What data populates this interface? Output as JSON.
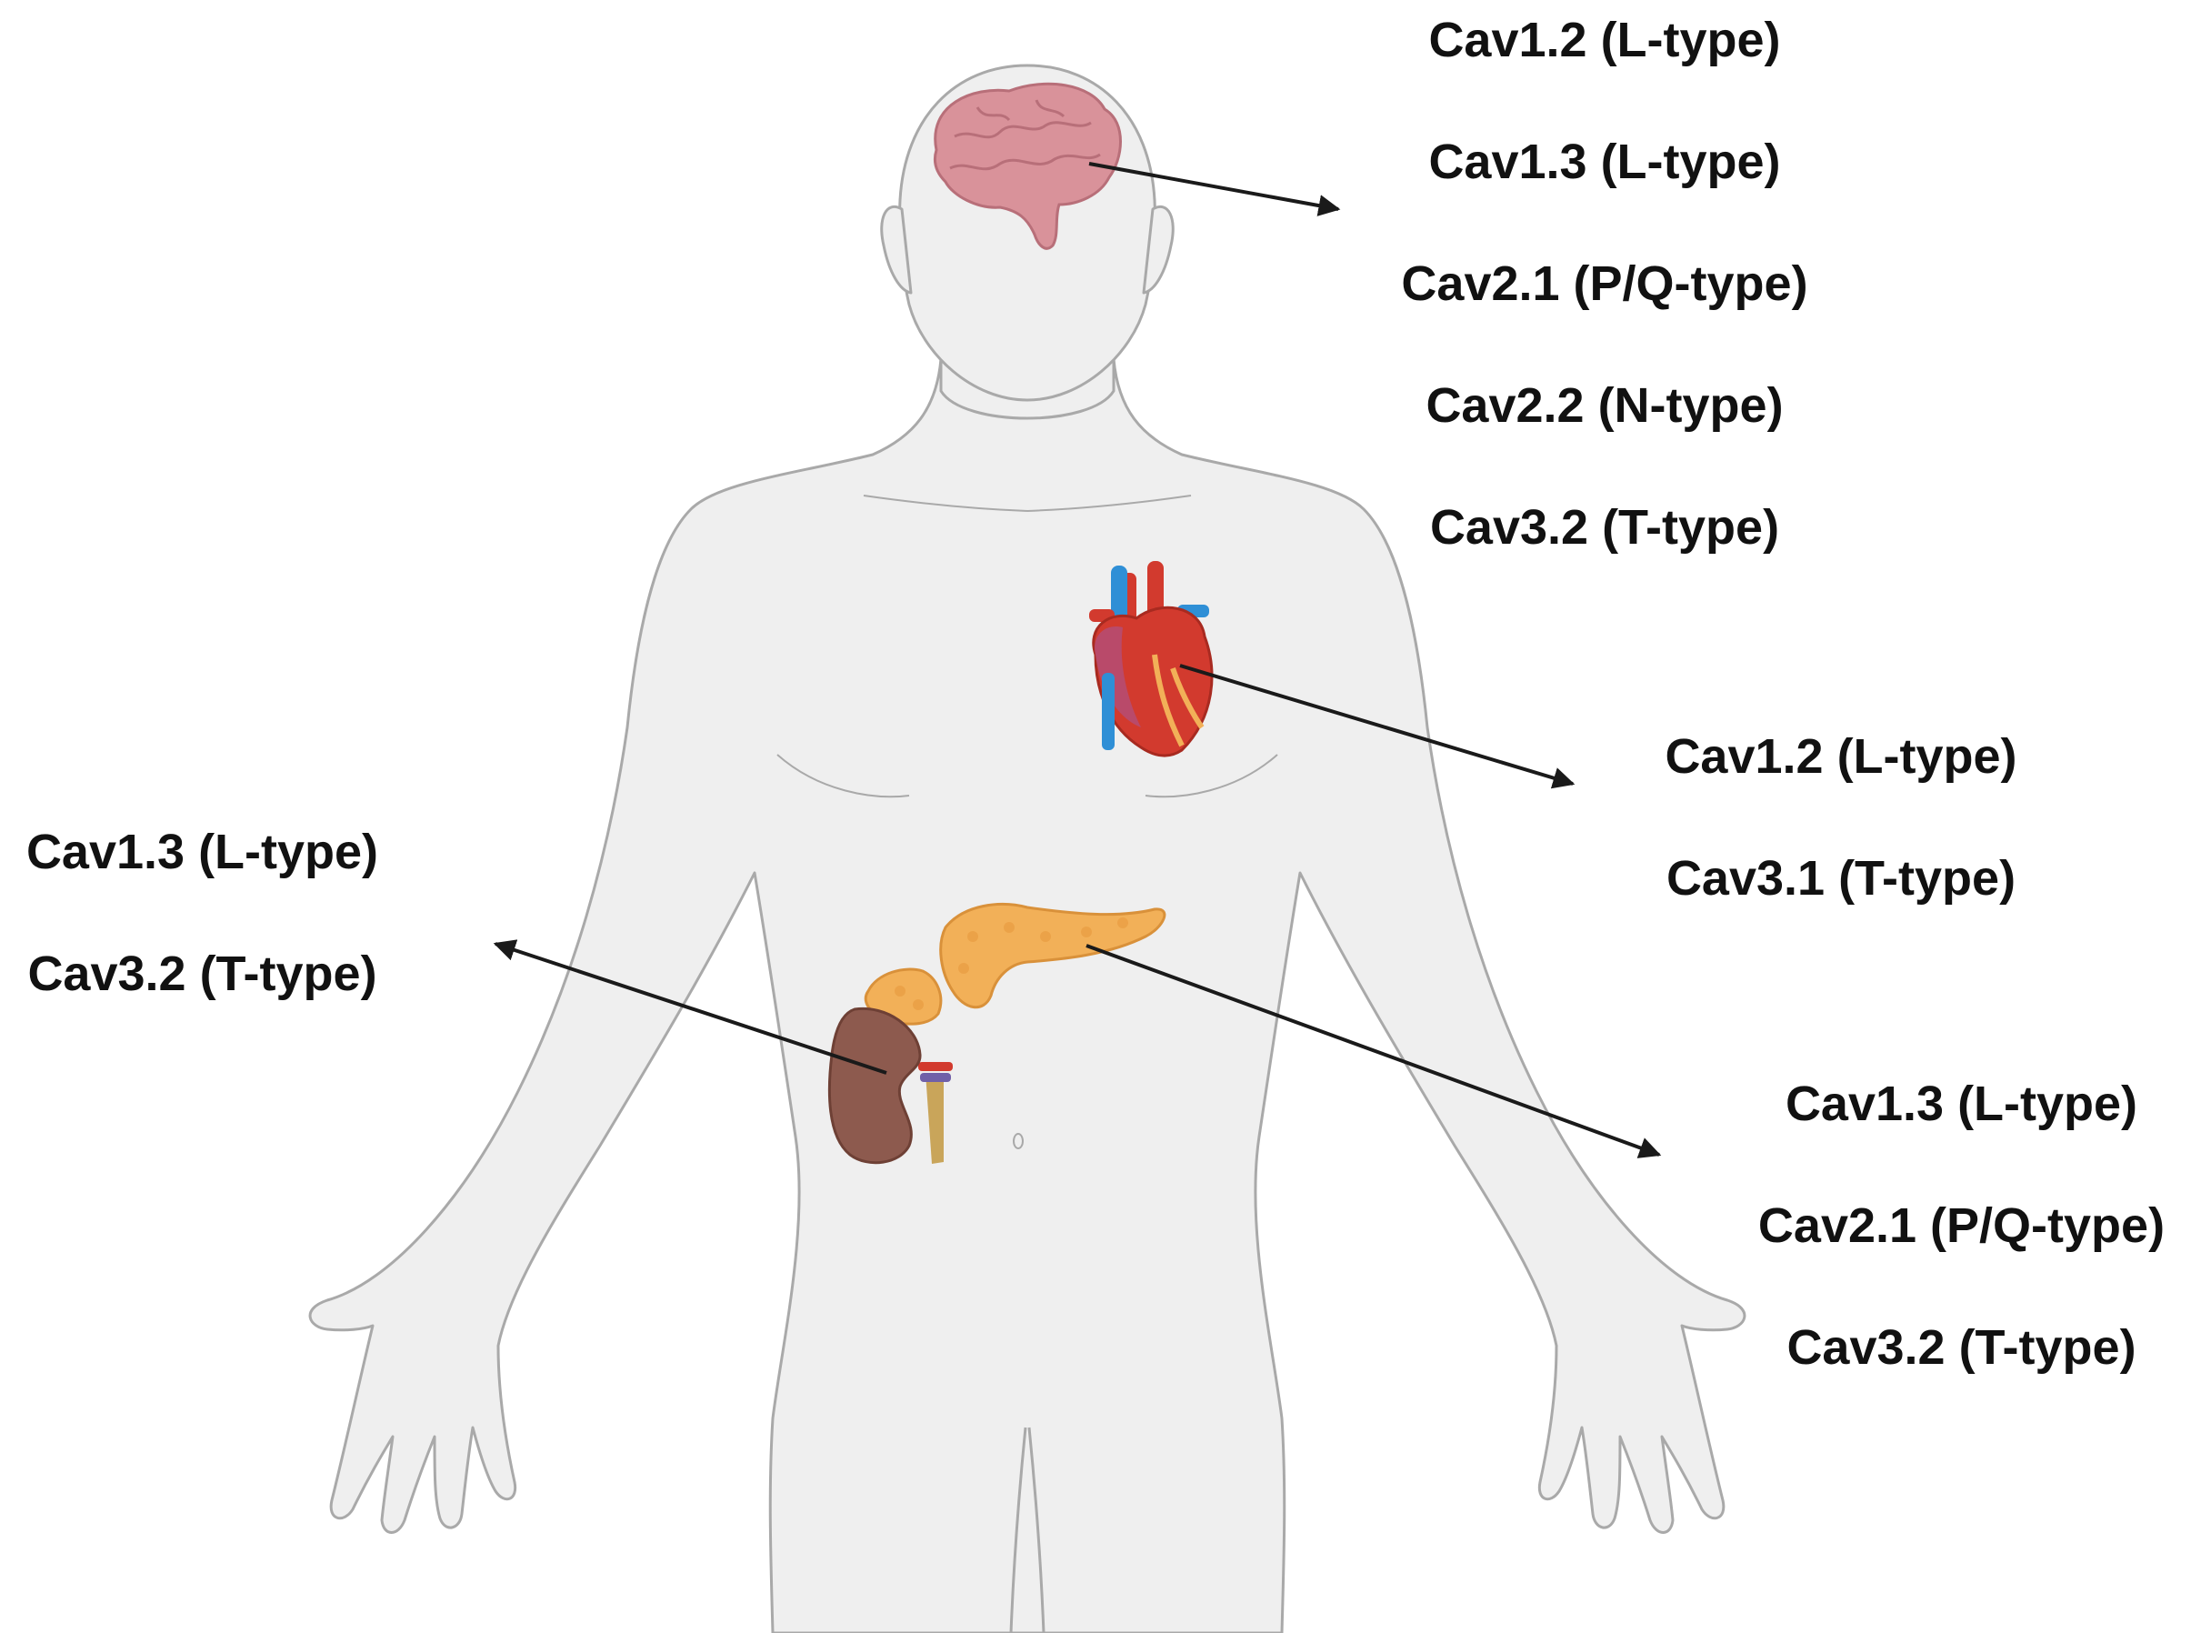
{
  "organs": {
    "brain": {
      "icon": "brain-icon",
      "channels": [
        "Cav1.2 (L-type)",
        "Cav1.3 (L-type)",
        "Cav2.1 (P/Q-type)",
        "Cav2.2 (N-type)",
        "Cav3.2 (T-type)"
      ]
    },
    "heart": {
      "icon": "heart-icon",
      "channels": [
        "Cav1.2 (L-type)",
        "Cav3.1 (T-type)"
      ]
    },
    "kidney_adrenal": {
      "icon": "kidney-icon",
      "channels": [
        "Cav1.3 (L-type)",
        "Cav3.2 (T-type)"
      ]
    },
    "pancreas": {
      "icon": "pancreas-icon",
      "channels": [
        "Cav1.3 (L-type)",
        "Cav2.1 (P/Q-type)",
        "Cav3.2 (T-type)"
      ]
    }
  },
  "colors": {
    "body_fill": "#efefef",
    "body_stroke": "#a9a9a9",
    "brain": "#d9929a",
    "heart": "#d23a2e",
    "vessel_blue": "#2f8fd6",
    "kidney": "#8d5a4e",
    "pancreas": "#f2b058",
    "arrow": "#1a1a1a"
  }
}
